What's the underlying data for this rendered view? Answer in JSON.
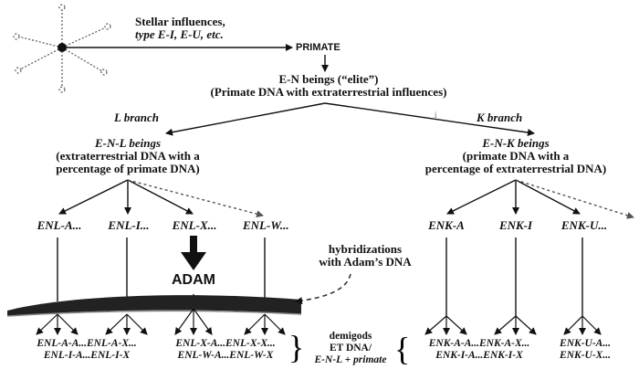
{
  "stellar": {
    "line1": "Stellar influences,",
    "line2": "type E-I, E-U, etc."
  },
  "primate": "PRIMATE",
  "en": {
    "line1": "E-N beings (“elite”)",
    "line2": "(Primate DNA with extraterrestrial influences)"
  },
  "branches": {
    "l": "L branch",
    "k": "K branch",
    "tick": "i"
  },
  "enl": {
    "line1": "E-N-L beings",
    "line2": "(extraterrestrial DNA with a",
    "line3": "percentage of primate DNA)"
  },
  "enk": {
    "line1": "E-N-K beings",
    "line2": "(primate DNA with a",
    "line3": "percentage of extraterrestrial DNA)"
  },
  "l_children": [
    "ENL-A...",
    "ENL-I...",
    "ENL-X...",
    "ENL-W..."
  ],
  "k_children": [
    "ENK-A",
    "ENK-I",
    "ENK-U..."
  ],
  "adam": "ADAM",
  "hybrid": {
    "line1": "hybridizations",
    "line2": "with Adam’s DNA"
  },
  "leaves_left": {
    "line1": "ENL-A-A...ENL-A-X...",
    "line2": "ENL-I-A...ENL-I-X",
    "line3": "ENL-X-A...ENL-X-X...",
    "line4": "ENL-W-A...ENL-W-X"
  },
  "leaves_right": {
    "line1": "ENK-A-A...ENK-A-X...",
    "line2": "ENK-I-A...ENK-I-X",
    "line3": "ENK-U-A...",
    "line4": "ENK-U-X..."
  },
  "demigods": {
    "line1": "demigods",
    "line2": "ET DNA/",
    "line3": "E-N-L + primate"
  }
}
